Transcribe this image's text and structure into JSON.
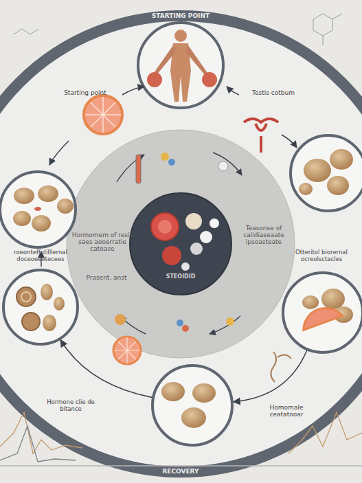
{
  "diagram": {
    "nodes": [
      {
        "text": [
          "STARTING POINT",
          "RECOVERY"
        ]
      },
      {
        "text": [
          "Hormomem of resis saes aooerratie catease",
          "Prasent, anst",
          "Teasonse of calidiaseaate ipsoasteate"
        ],
        "in": 0
      },
      {
        "text": [
          "STEOIDID"
        ],
        "in": 1
      },
      {
        "text": [
          "roeonteff dilllernal doceoeeetecees"
        ],
        "in": 0
      },
      {
        "text": [
          "Otteritol biorernal ocreolsctacles"
        ],
        "in": 0
      },
      {
        "text": [
          "Hormone clie de bitance"
        ],
        "in": 0
      }
    ],
    "edges": [
      {
        "from": 4,
        "to": 5,
        "arrow": "to"
      },
      {
        "from": 5,
        "to": 3,
        "arrow": "to"
      }
    ],
    "labels": [
      "Starting point",
      "Testis cotbum",
      "Homomale ceatatooar"
    ]
  }
}
